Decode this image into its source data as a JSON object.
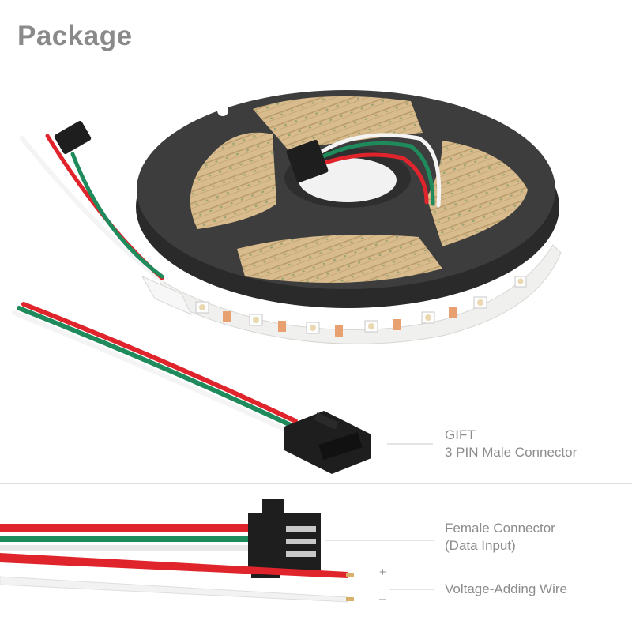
{
  "title": "Package",
  "gift": {
    "line1": "GIFT",
    "line2": "3 PIN Male Connector"
  },
  "female": {
    "line1": "Female Connector",
    "line2": "(Data Input)"
  },
  "voltage": {
    "label": "Voltage-Adding Wire",
    "plus": "+",
    "minus": "–"
  },
  "colors": {
    "wire_red": "#e0242c",
    "wire_green": "#1f8a5b",
    "wire_white": "#f4f4f4",
    "reel": "#3a3a3a",
    "connector": "#1e1e1e",
    "strip_base": "#f0f0ee",
    "led_pad": "#e8a070",
    "title_gray": "#8a8a8a"
  }
}
